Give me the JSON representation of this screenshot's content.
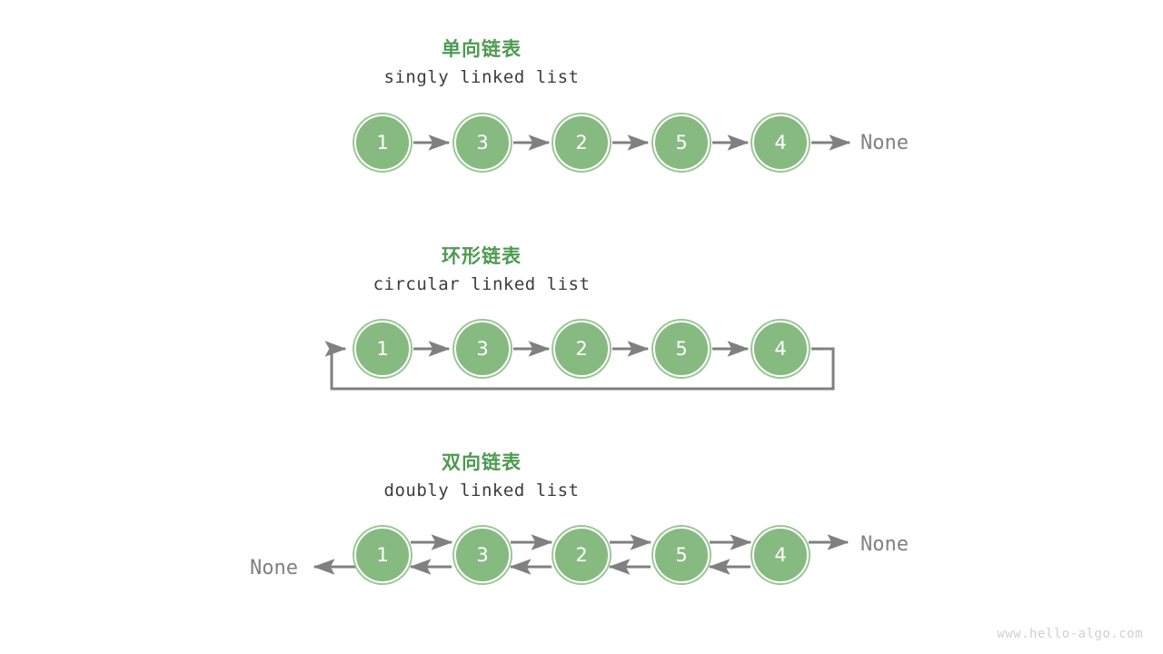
{
  "page": {
    "background": "#ffffff",
    "watermark": "www.hello-algo.com",
    "accent_green": "#4e9a51",
    "node_fill": "#86ba80",
    "node_ring": "#9ac795",
    "arrow_gray": "#808080",
    "text_dark": "#3c3c3c"
  },
  "sections": [
    {
      "id": "singly",
      "title_cn": "单向链表",
      "title_en": "singly linked list",
      "nodes": [
        "1",
        "3",
        "2",
        "5",
        "4"
      ],
      "tail_label": "None",
      "head_label": null
    },
    {
      "id": "circular",
      "title_cn": "环形链表",
      "title_en": "circular linked list",
      "nodes": [
        "1",
        "3",
        "2",
        "5",
        "4"
      ],
      "tail_label": null,
      "head_label": null
    },
    {
      "id": "doubly",
      "title_cn": "双向链表",
      "title_en": "doubly linked list",
      "nodes": [
        "1",
        "3",
        "2",
        "5",
        "4"
      ],
      "tail_label": "None",
      "head_label": "None"
    }
  ]
}
